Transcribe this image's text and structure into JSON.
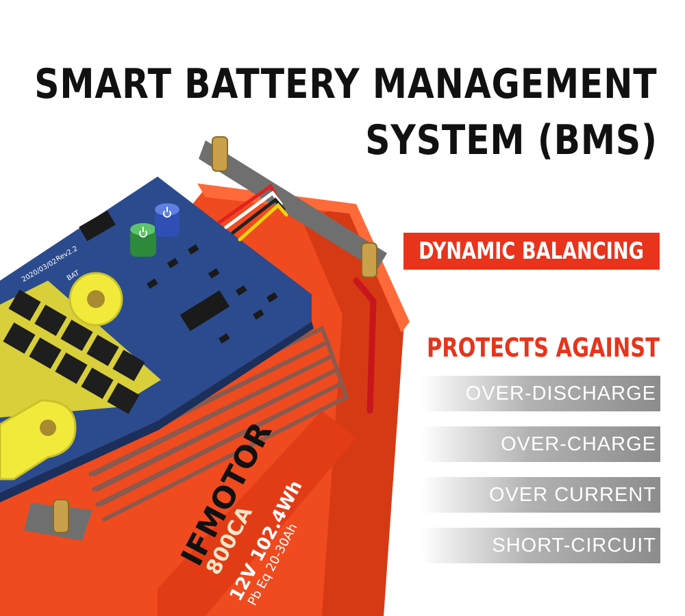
{
  "headline": {
    "line_1": "SMART BATTERY MANAGEMENT",
    "line_2": "SYSTEM (BMS)"
  },
  "feature_badge": "DYNAMIC BALANCING",
  "protection": {
    "heading": "PROTECTS AGAINST",
    "items": [
      "OVER-DISCHARGE",
      "OVER-CHARGE",
      "OVER CURRENT",
      "SHORT-CIRCUIT"
    ]
  },
  "battery_label": {
    "brand": "IFMOTOR",
    "cca": "800CA",
    "spec": "12V 102.4Wh",
    "equivalent": "Pb Eq 20-30Ah"
  },
  "pcb_labels": {
    "date": "2020/03/02",
    "revision": "Rev2.2",
    "bat": "BAT"
  },
  "colors": {
    "accent_red": "#e8341c",
    "battery_case": "#f04a1f",
    "pcb_blue": "#2b4b8e",
    "headline_text": "#111111",
    "row_gray": "#8c8c8c"
  },
  "icons": [
    "power-icon",
    "power-icon"
  ]
}
